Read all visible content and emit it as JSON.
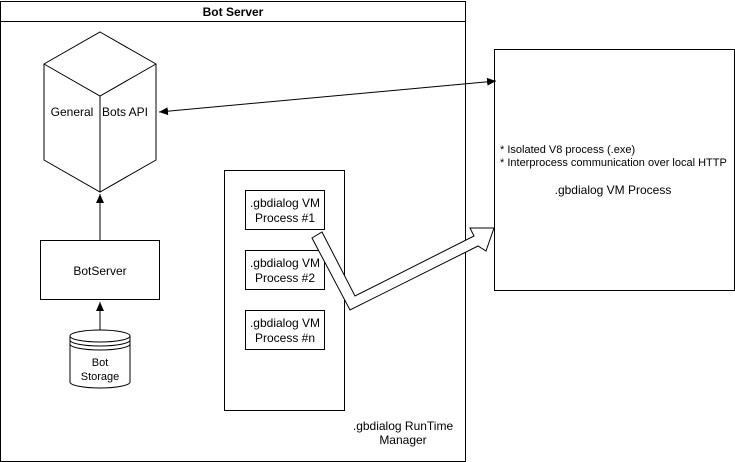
{
  "bot_server": {
    "title": "Bot Server"
  },
  "general_bots_api": {
    "left_face": "General",
    "right_face": "Bots API"
  },
  "botserver": {
    "label": "BotServer"
  },
  "bot_storage": {
    "line1": "Bot",
    "line2": "Storage"
  },
  "runtime_manager": {
    "label_line1": ".gbdialog RunTime",
    "label_line2": "Manager",
    "processes": [
      {
        "line1": ".gbdialog VM",
        "line2": "Process #1"
      },
      {
        "line1": ".gbdialog VM",
        "line2": "Process #2"
      },
      {
        "line1": ".gbdialog VM",
        "line2": "Process #n"
      }
    ]
  },
  "vm_process": {
    "bullet1": "* Isolated V8 process (.exe)",
    "bullet2": "* Interprocess communication over local HTTP",
    "title": ".gbdialog VM Process"
  }
}
